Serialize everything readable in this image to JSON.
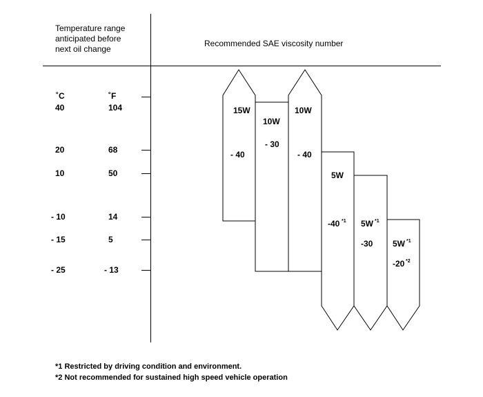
{
  "header": {
    "left_lines": [
      "Temperature range",
      "anticipated before",
      "next oil change"
    ],
    "right": "Recommended SAE viscosity number"
  },
  "scale": {
    "celsius_label": "˚C",
    "fahrenheit_label": "˚F",
    "rows": [
      {
        "c": "40",
        "f": "104"
      },
      {
        "c": "20",
        "f": "68"
      },
      {
        "c": "10",
        "f": "50"
      },
      {
        "c": "- 10",
        "f": "14"
      },
      {
        "c": "- 15",
        "f": "5"
      },
      {
        "c": "- 25",
        "f": "- 13"
      }
    ]
  },
  "grades": [
    {
      "grade": "15W",
      "low": "- 40"
    },
    {
      "grade": "10W",
      "low": "- 30"
    },
    {
      "grade": "10W",
      "low": "- 40"
    },
    {
      "grade": "5W",
      "low": "-40",
      "low_note": "*1"
    },
    {
      "grade": "5W",
      "grade_note": "*1",
      "low": "-30"
    },
    {
      "grade": "5W",
      "grade_note": "*1",
      "low": "-20",
      "low_note": "*2"
    }
  ],
  "footnotes": [
    "*1  Restricted by driving condition and environment.",
    "*2  Not recommended for sustained high speed vehicle operation"
  ]
}
